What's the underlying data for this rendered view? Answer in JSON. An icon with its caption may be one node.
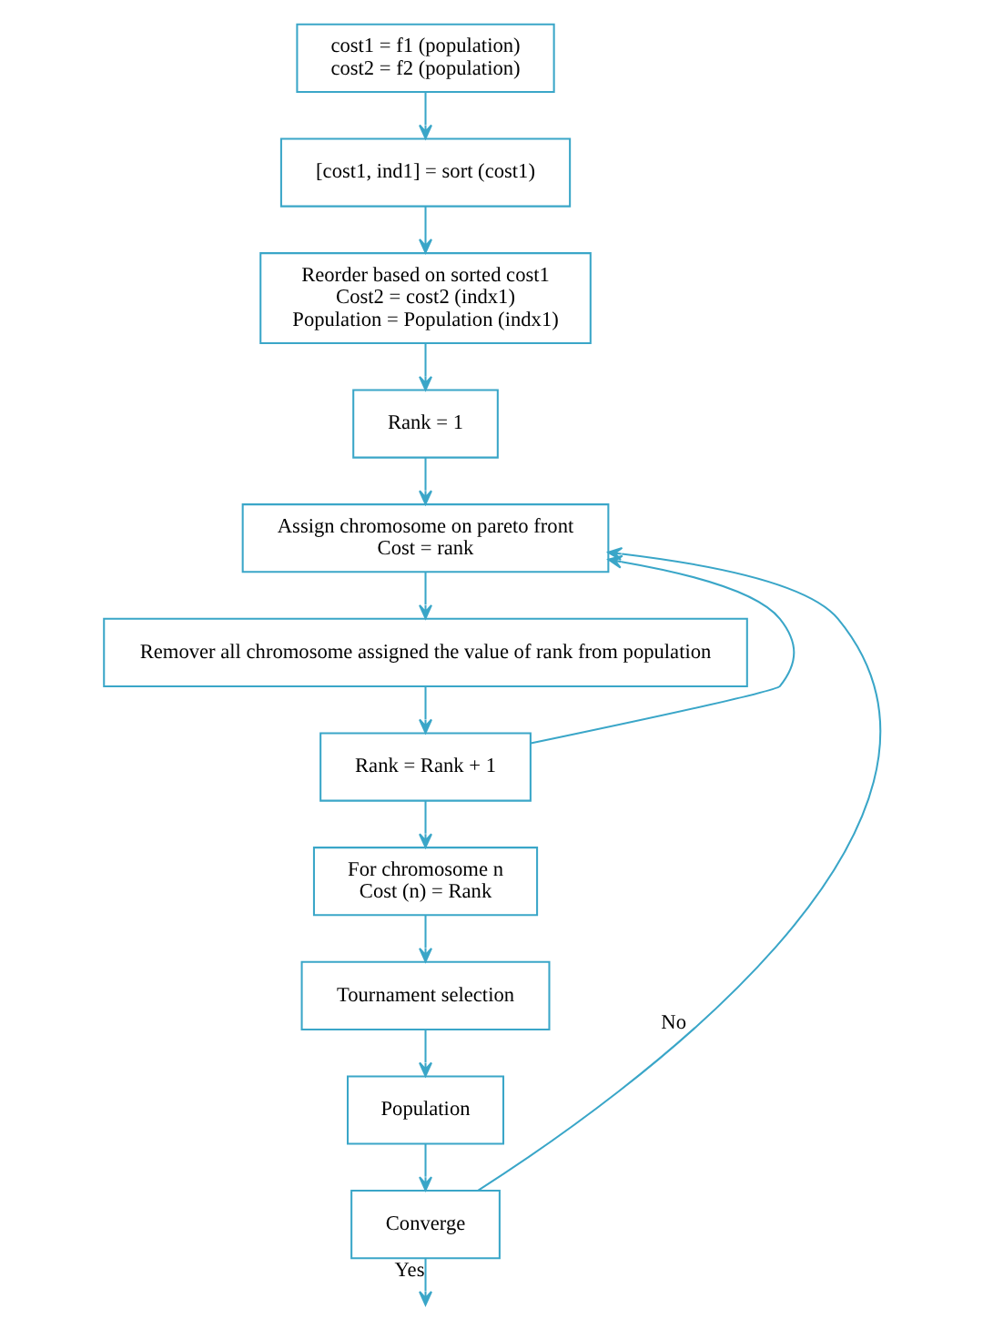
{
  "diagram": {
    "nodes": [
      {
        "text": [
          "cost1 = f1 (population)",
          "cost2 = f2 (population)"
        ]
      },
      {
        "text": [
          "[cost1, ind1] = sort (cost1)"
        ]
      },
      {
        "text": [
          "Reorder based on sorted cost1",
          "Cost2 = cost2 (indx1)",
          "Population = Population (indx1)"
        ]
      },
      {
        "text": [
          "Rank = 1"
        ]
      },
      {
        "text": [
          "Assign chromosome on pareto front",
          "Cost = rank"
        ]
      },
      {
        "text": [
          "Remover all chromosome assigned the value of rank from population"
        ]
      },
      {
        "text": [
          "Rank = Rank + 1"
        ]
      },
      {
        "text": [
          "For chromosome n",
          "Cost (n) = Rank"
        ]
      },
      {
        "text": [
          "Tournament selection"
        ]
      },
      {
        "text": [
          "Population"
        ]
      },
      {
        "text": [
          "Converge"
        ]
      }
    ],
    "edges": [
      {
        "from": 0,
        "to": 1,
        "arrow": "to"
      },
      {
        "from": 1,
        "to": 2,
        "arrow": "to"
      },
      {
        "from": 2,
        "to": 3,
        "arrow": "to"
      },
      {
        "from": 3,
        "to": 4,
        "arrow": "to"
      },
      {
        "from": 4,
        "to": 5,
        "arrow": "to"
      },
      {
        "from": 5,
        "to": 6,
        "arrow": "to"
      },
      {
        "from": 6,
        "to": 4,
        "arrow": "to"
      },
      {
        "from": 6,
        "to": 7,
        "arrow": "to"
      },
      {
        "from": 7,
        "to": 8,
        "arrow": "to"
      },
      {
        "from": 8,
        "to": 9,
        "arrow": "to"
      },
      {
        "from": 9,
        "to": 10,
        "arrow": "to"
      },
      {
        "from": 10,
        "to": 4,
        "arrow": "to",
        "label": "No"
      },
      {
        "from": 10,
        "to": null,
        "arrow": "to",
        "label": "Yes"
      }
    ]
  }
}
